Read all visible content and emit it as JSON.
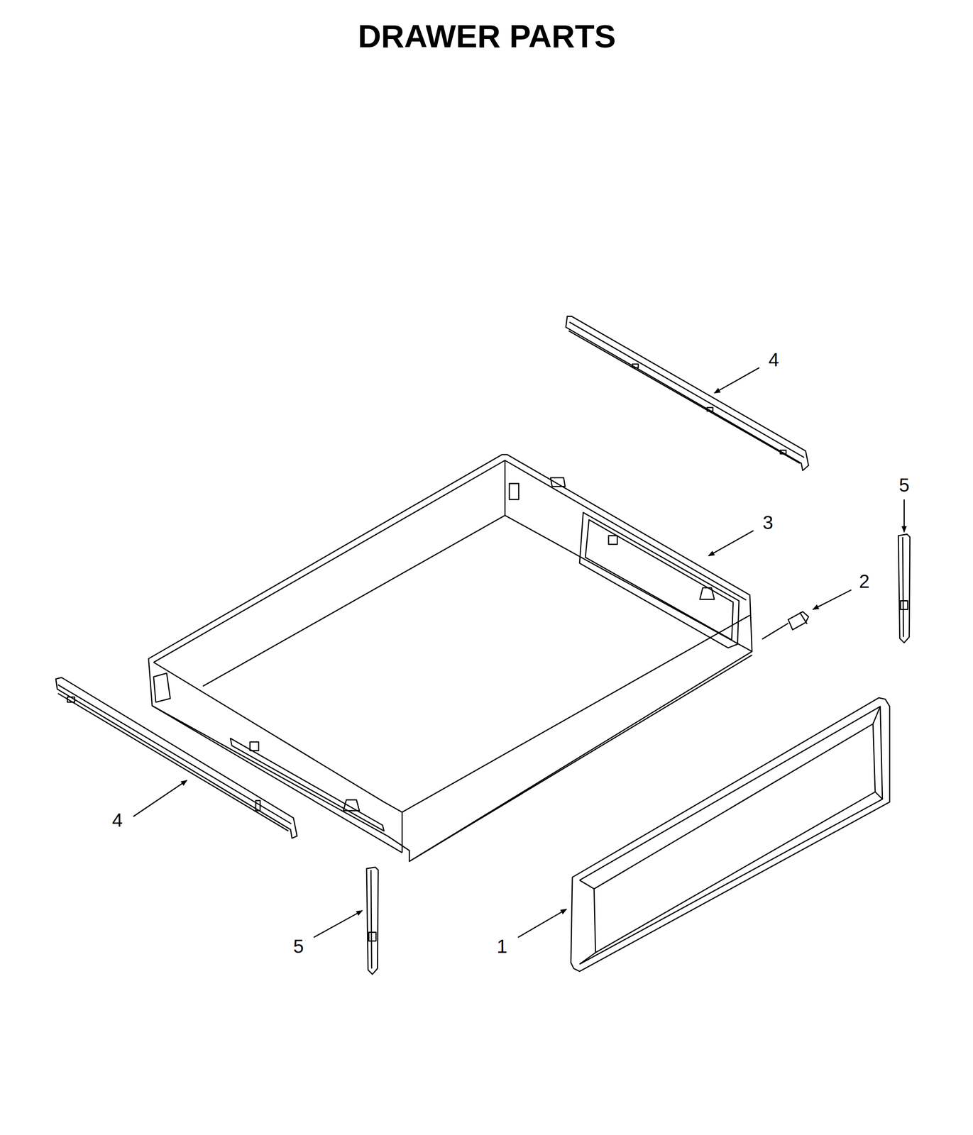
{
  "diagram": {
    "title": "DRAWER PARTS",
    "labels": [
      "4",
      "5",
      "3",
      "2",
      "4",
      "5",
      "1"
    ]
  }
}
